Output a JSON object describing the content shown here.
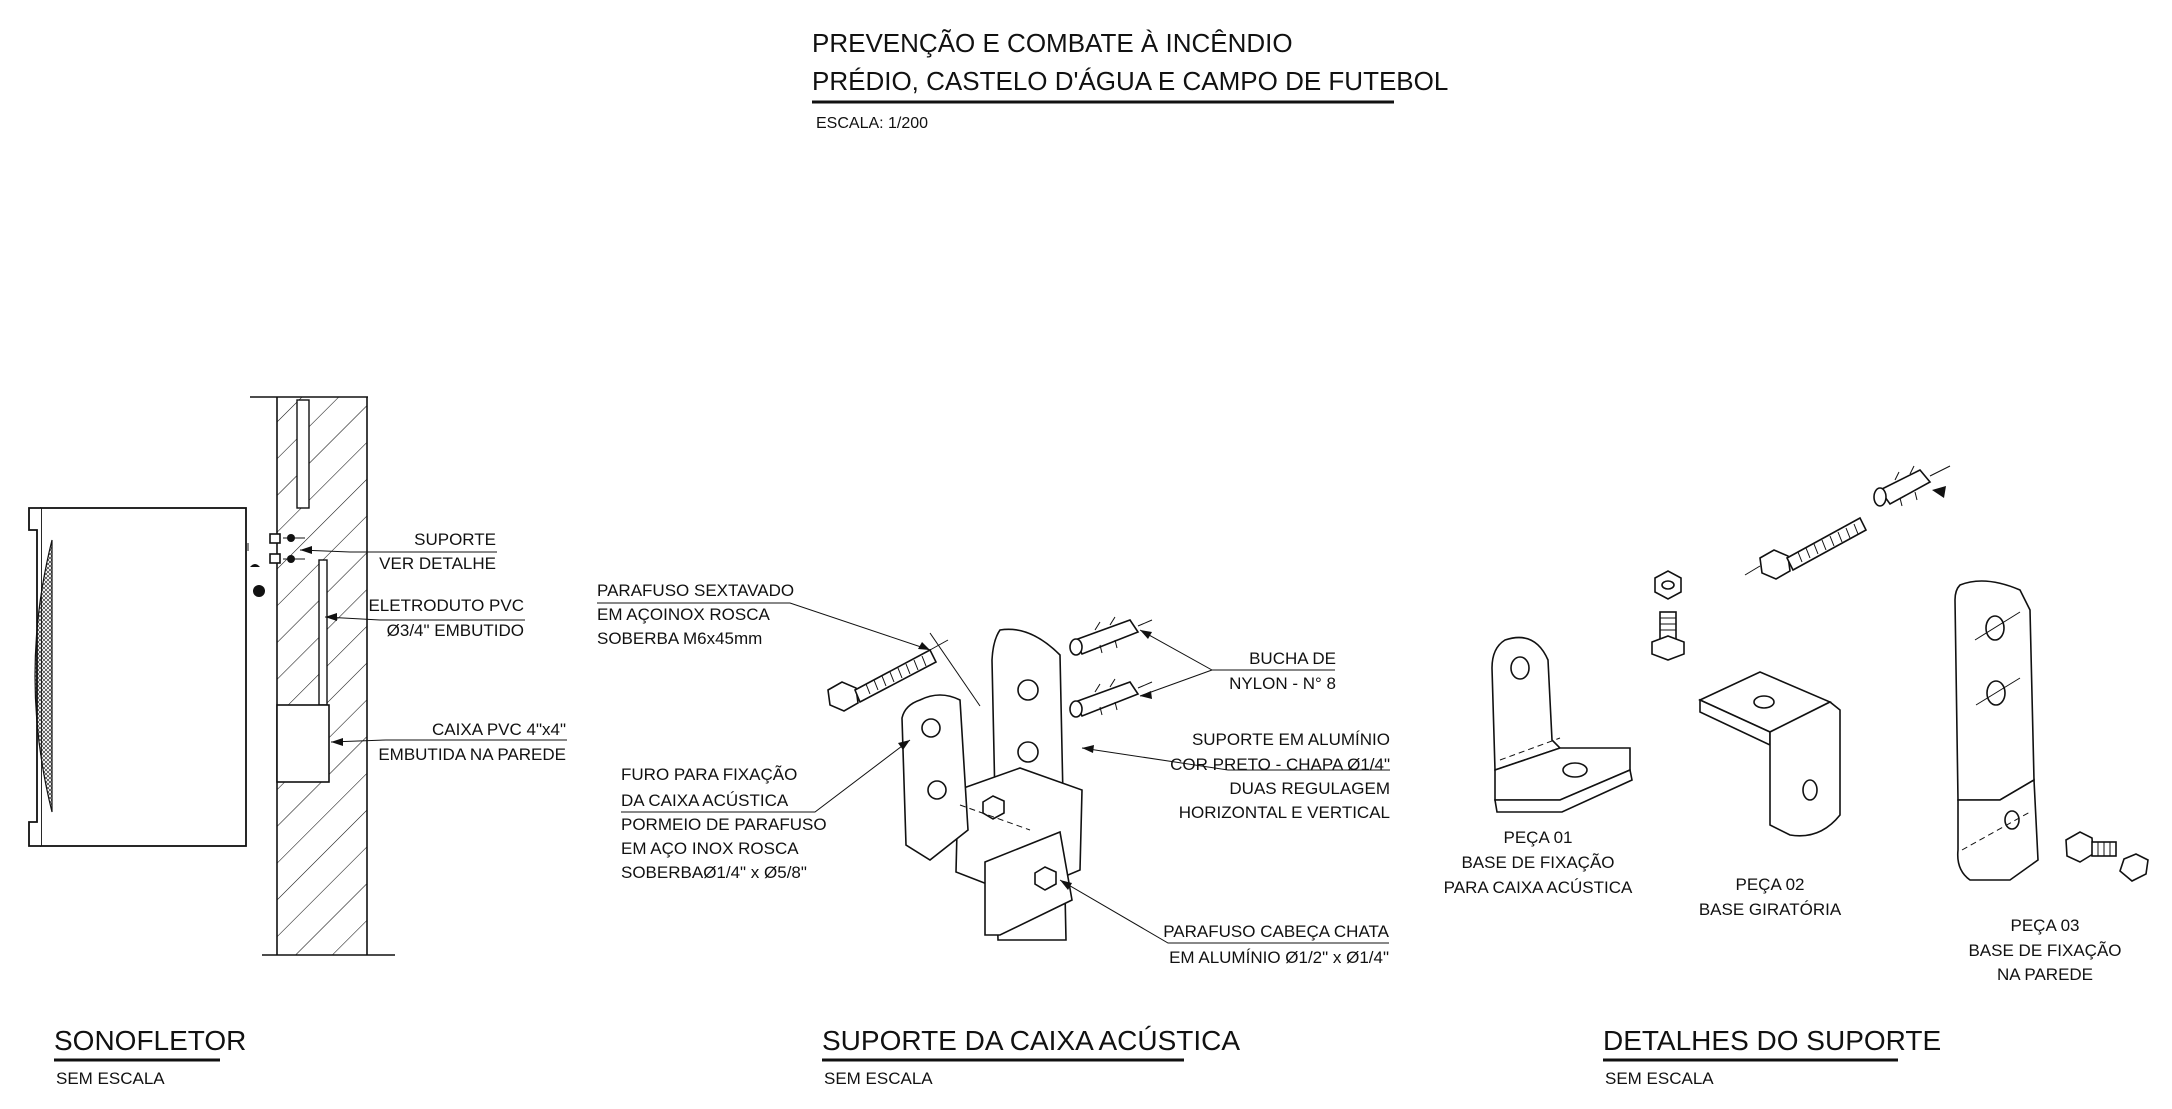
{
  "header": {
    "title_line1": "PREVENÇÃO E COMBATE À INCÊNDIO",
    "title_line2": "PRÉDIO, CASTELO D'ÁGUA E CAMPO DE FUTEBOL",
    "scale": "ESCALA: 1/200"
  },
  "sonofletor": {
    "title": "SONOFLETOR",
    "scale": "SEM ESCALA",
    "labels": {
      "suporte_1": "SUPORTE",
      "suporte_2": "VER DETALHE",
      "eletroduto_1": "ELETRODUTO PVC",
      "eletroduto_2": "Ø3/4\" EMBUTIDO",
      "caixa_1": "CAIXA PVC 4\"x4\"",
      "caixa_2": "EMBUTIDA NA PAREDE"
    }
  },
  "suporte_caixa": {
    "title": "SUPORTE DA CAIXA ACÚSTICA",
    "scale": "SEM ESCALA",
    "labels": {
      "parafuso_1": "PARAFUSO SEXTAVADO",
      "parafuso_2": "EM AÇOINOX ROSCA",
      "parafuso_3": "SOBERBA M6x45mm",
      "bucha_1": "BUCHA DE",
      "bucha_2": "NYLON - N° 8",
      "suporte_1": "SUPORTE EM ALUMÍNIO",
      "suporte_2": "COR PRETO - CHAPA Ø1/4\"",
      "suporte_3": "DUAS REGULAGEM",
      "suporte_4": "HORIZONTAL E VERTICAL",
      "furo_1": "FURO PARA FIXAÇÃO",
      "furo_2": "DA CAIXA ACÚSTICA",
      "furo_3": "PORMEIO DE PARAFUSO",
      "furo_4": "EM AÇO INOX ROSCA",
      "furo_5": "SOBERBAØ1/4\" x Ø5/8\"",
      "chata_1": "PARAFUSO CABEÇA CHATA",
      "chata_2": "EM ALUMÍNIO Ø1/2\" x Ø1/4\""
    }
  },
  "detalhes": {
    "title": "DETALHES DO SUPORTE",
    "scale": "SEM ESCALA",
    "peca01": [
      "PEÇA 01",
      "BASE DE FIXAÇÃO",
      "PARA CAIXA ACÚSTICA"
    ],
    "peca02": [
      "PEÇA 02",
      "BASE GIRATÓRIA"
    ],
    "peca03": [
      "PEÇA 03",
      "BASE DE FIXAÇÃO",
      "NA PAREDE"
    ]
  }
}
